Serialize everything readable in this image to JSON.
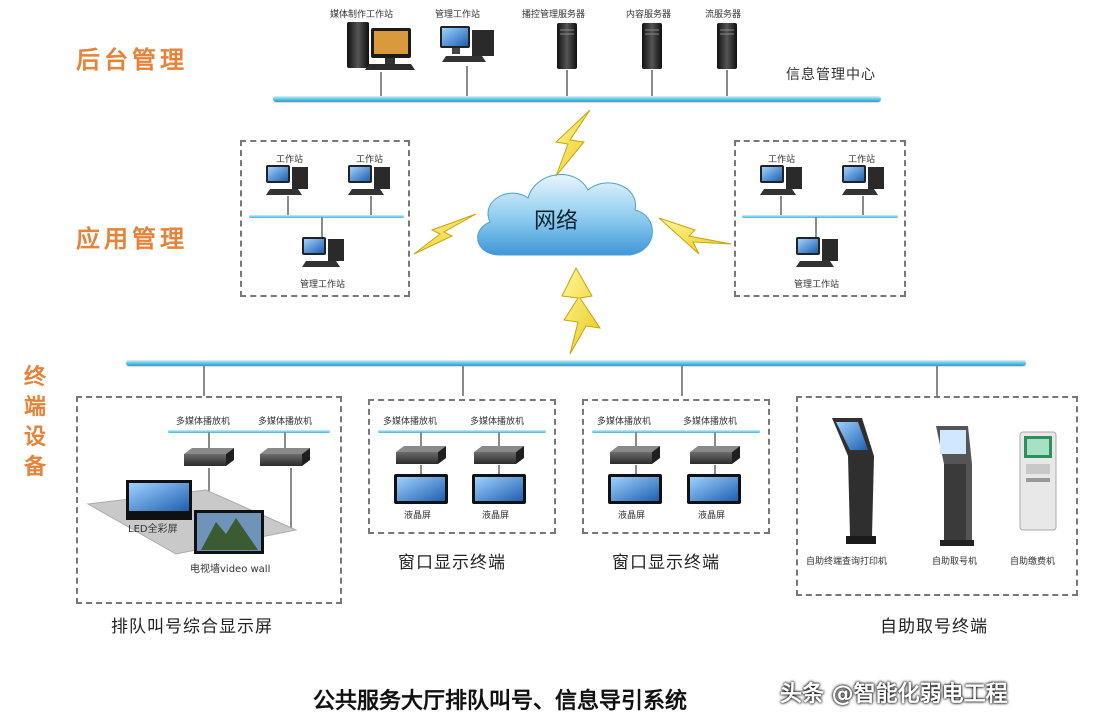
{
  "sections": {
    "backend": "后台管理",
    "application": "应用管理",
    "terminal": "终端设备"
  },
  "backend": {
    "center_label": "信息管理中心",
    "devices": [
      "媒体制作工作站",
      "管理工作站",
      "播控管理服务器",
      "内容服务器",
      "流服务器"
    ]
  },
  "network": {
    "label": "网络"
  },
  "app_left": {
    "workstations": [
      "工作站",
      "工作站"
    ],
    "manager": "管理工作站"
  },
  "app_right": {
    "workstations": [
      "工作站",
      "工作站"
    ],
    "manager": "管理工作站"
  },
  "groups": {
    "queue_display": {
      "players": [
        "多媒体播放机",
        "多媒体播放机"
      ],
      "led_label": "LED全彩屏",
      "tv_label": "电视墙video wall",
      "caption": "排队叫号综合显示屏"
    },
    "window_a": {
      "players": [
        "多媒体播放机",
        "多媒体播放机"
      ],
      "screens": [
        "液晶屏",
        "液晶屏"
      ],
      "caption": "窗口显示终端"
    },
    "window_b": {
      "players": [
        "多媒体播放机",
        "多媒体播放机"
      ],
      "screens": [
        "液晶屏",
        "液晶屏"
      ],
      "caption": "窗口显示终端"
    },
    "self_service": {
      "kiosks": [
        "自助终端查询打印机",
        "自助取号机",
        "自助缴费机"
      ],
      "caption": "自助取号终端"
    }
  },
  "footer": {
    "title": "公共服务大厅排队叫号、信息导引系统",
    "watermark": "头条 @智能化弱电工程"
  },
  "colors": {
    "accent": "#e5833a",
    "bus": "#41b5db",
    "bolt": "#f4e43a",
    "cloud": "#6fb9e6"
  }
}
